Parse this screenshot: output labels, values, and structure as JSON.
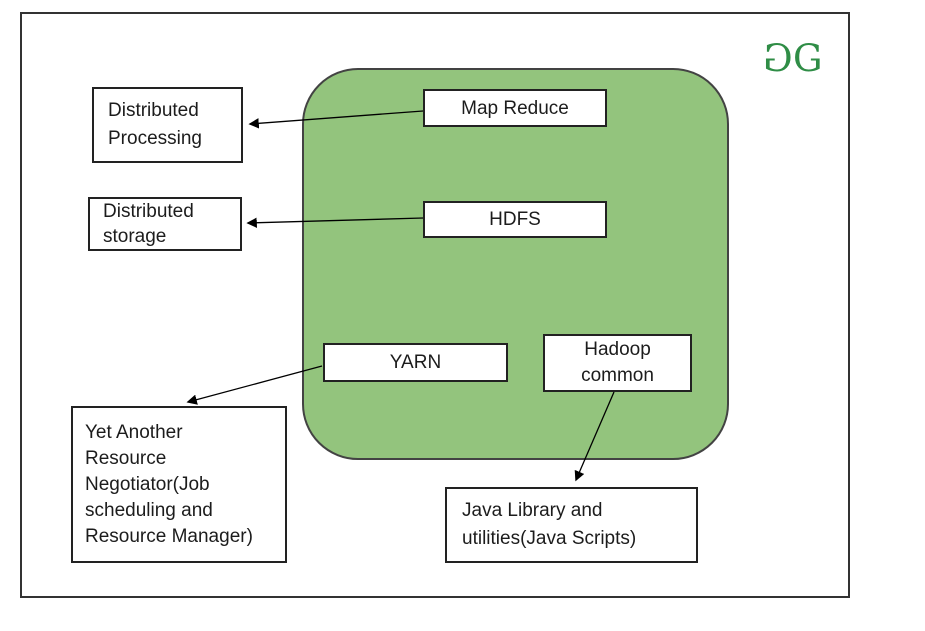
{
  "logo": {
    "left_letter": "G",
    "right_letter": "G",
    "color": "#2F8D46",
    "name": "GeeksforGeeks logo"
  },
  "colors": {
    "container_fill": "#93c47d",
    "container_border": "#434343",
    "box_border": "#222222",
    "frame_border": "#333333",
    "arrow": "#000000",
    "logo_color": "#2F8D46"
  },
  "boxes": {
    "map_reduce": {
      "label": "Map Reduce"
    },
    "hdfs": {
      "label": "HDFS"
    },
    "yarn": {
      "label": "YARN"
    },
    "hadoop_common": {
      "label": "Hadoop\ncommon"
    },
    "distributed_processing": {
      "label": "Distributed\nProcessing"
    },
    "distributed_storage": {
      "label": "Distributed\nstorage"
    },
    "yarn_description": {
      "label": "Yet Another\nResource\nNegotiator(Job\nscheduling and\nResource Manager)"
    },
    "hadoop_common_description": {
      "label": "Java Library and\nutilities(Java Scripts)"
    }
  },
  "arrows": [
    {
      "from": "Map Reduce",
      "to": "Distributed Processing"
    },
    {
      "from": "HDFS",
      "to": "Distributed storage"
    },
    {
      "from": "YARN",
      "to": "Yet Another Resource Negotiator(Job scheduling and Resource Manager)"
    },
    {
      "from": "Hadoop common",
      "to": "Java Library and utilities(Java Scripts)"
    }
  ]
}
